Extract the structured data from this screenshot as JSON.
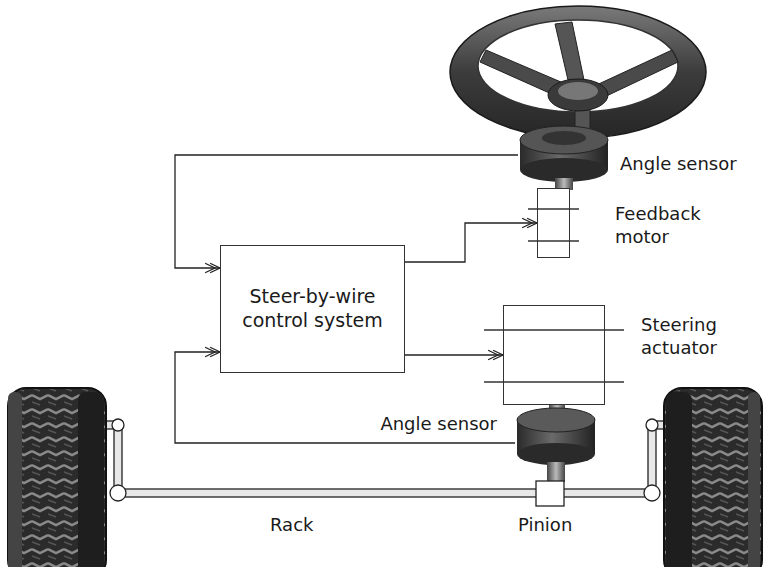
{
  "diagram": {
    "nodes": [
      {
        "text": [
          "Angle sensor"
        ]
      },
      {
        "text": [
          "Feedback motor"
        ]
      },
      {
        "text": [
          "Steer-by-wire control system"
        ]
      },
      {
        "text": [
          "Steering actuator"
        ]
      },
      {
        "text": [
          "Angle sensor"
        ]
      }
    ],
    "edges": [
      {
        "from": 0,
        "to": 2,
        "arrow": "to"
      },
      {
        "from": 2,
        "to": 1,
        "arrow": "to"
      },
      {
        "from": 2,
        "to": 3,
        "arrow": "to"
      },
      {
        "from": 4,
        "to": 2,
        "arrow": "to"
      }
    ],
    "labels": [
      "Rack",
      "Pinion"
    ]
  }
}
